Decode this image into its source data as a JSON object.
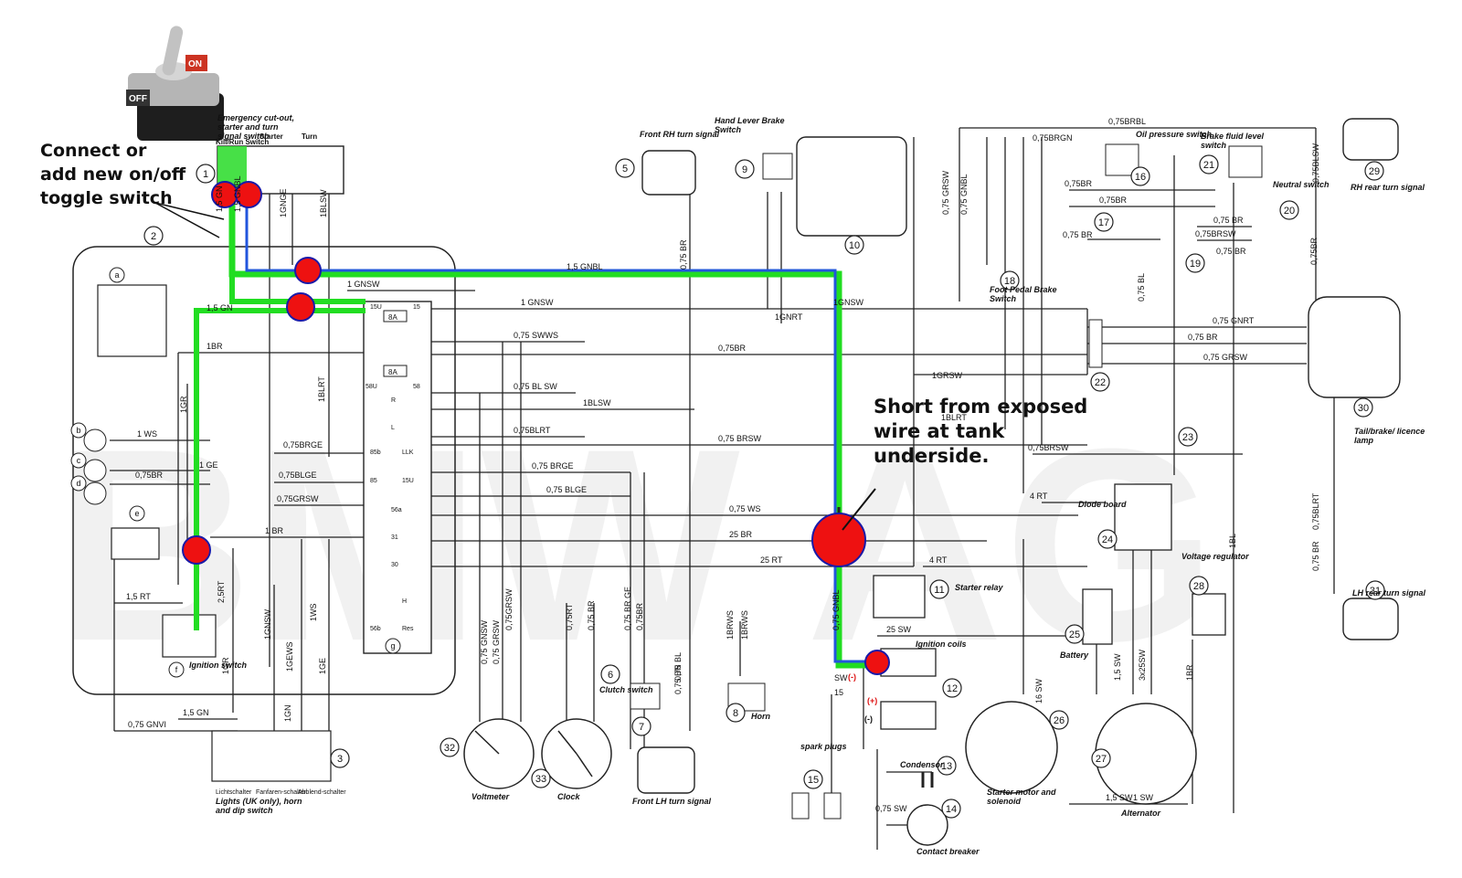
{
  "annotations": {
    "toggle": [
      "Connect or",
      "add new on/off",
      "toggle switch"
    ],
    "short": [
      "Short from exposed",
      "wire at tank",
      "underside."
    ]
  },
  "toggle_switch": {
    "on": "ON",
    "off": "OFF"
  },
  "watermark": "BMW AG",
  "components": [
    {
      "n": "1",
      "label": "Emergency cut-out, starter and turn signal switch"
    },
    {
      "n": "2",
      "label": ""
    },
    {
      "n": "3",
      "label": "Lights (UK only), horn and dip switch"
    },
    {
      "n": "5",
      "label": "Front RH turn signal"
    },
    {
      "n": "6",
      "label": "Clutch switch"
    },
    {
      "n": "7",
      "label": "Front LH turn signal"
    },
    {
      "n": "8",
      "label": "Horn"
    },
    {
      "n": "9",
      "label": "Hand Lever Brake Switch"
    },
    {
      "n": "10",
      "label": ""
    },
    {
      "n": "11",
      "label": "Starter relay"
    },
    {
      "n": "12",
      "label": "Ignition coils"
    },
    {
      "n": "13",
      "label": "Condensor"
    },
    {
      "n": "14",
      "label": "Contact breaker"
    },
    {
      "n": "15",
      "label": "spark plugs"
    },
    {
      "n": "16",
      "label": "Oil pressure switch"
    },
    {
      "n": "17",
      "label": ""
    },
    {
      "n": "18",
      "label": "Foot Pedal Brake Switch"
    },
    {
      "n": "19",
      "label": ""
    },
    {
      "n": "20",
      "label": "Neutral switch"
    },
    {
      "n": "21",
      "label": "Brake fluid level switch"
    },
    {
      "n": "22",
      "label": ""
    },
    {
      "n": "23",
      "label": ""
    },
    {
      "n": "24",
      "label": "Diode board"
    },
    {
      "n": "25",
      "label": "Battery"
    },
    {
      "n": "26",
      "label": "Starter motor and solenoid"
    },
    {
      "n": "27",
      "label": "Alternator"
    },
    {
      "n": "28",
      "label": "Voltage regulator"
    },
    {
      "n": "29",
      "label": "RH rear turn signal"
    },
    {
      "n": "30",
      "label": "Tail/brake/ licence lamp"
    },
    {
      "n": "31",
      "label": "LH rear turn signal"
    },
    {
      "n": "32",
      "label": "Voltmeter"
    },
    {
      "n": "33",
      "label": "Clock"
    }
  ],
  "subcomponents": [
    {
      "id": "a",
      "label": ""
    },
    {
      "id": "b",
      "label": ""
    },
    {
      "id": "c",
      "label": ""
    },
    {
      "id": "d",
      "label": ""
    },
    {
      "id": "e",
      "label": ""
    },
    {
      "id": "f",
      "label": "Ignition switch"
    },
    {
      "id": "g",
      "label": ""
    }
  ],
  "switch1_labels": {
    "kill": "Kill/Run Switch",
    "starter": "Starter",
    "turn": "Turn"
  },
  "switch3_labels": [
    "Lichtschalter",
    "Fanfaren-schalter",
    "Abblend-schalter"
  ],
  "wires": {
    "horizontal": [
      "1,5 GNBL",
      "1 GNSW",
      "1 GNSW",
      "1GNSW",
      "1GNRT",
      "0,75 SWWS",
      "0,75BR",
      "1BR",
      "0,75 BL SW",
      "1BLSW",
      "0,75BLRT",
      "0,75 BRSW",
      "0,75BRGE",
      "0,75BLGE",
      "0,75GRSW",
      "0,75 BRGE",
      "0,75 BLGE",
      "0,75 WS",
      "25 BR",
      "25 RT",
      "1 WS",
      "1 GE",
      "0,75BR",
      "1 BR",
      "1,5 RT",
      "1,5 GN",
      "0,75 GNVI",
      "1,5 GN",
      "1GRSW",
      "1BLRT",
      "0,75BRSW",
      "4 RT",
      "4 RT",
      "25 SW",
      "0,75 GNRT",
      "0,75 BR",
      "0,75 GRSW",
      "0,75BRBL",
      "0,75BRGN",
      "0,75BR",
      "0,75BR",
      "0,75 BR",
      "0,75 BR",
      "0,75BRSW",
      "0,75 BR",
      "1,5 SW",
      "0,75 SW",
      "1 SW",
      "SW",
      "15"
    ],
    "vertical": [
      "1,5 GN",
      "1,5 GNBL",
      "1GNGE",
      "1BLSW",
      "1BLRT",
      "1GR",
      "2,5RT",
      "1GR",
      "1BRWS",
      "1GEWS",
      "1GNSW",
      "1WS",
      "1GE",
      "0,75 GNSW",
      "0,75 GRSW",
      "0,75GRSW",
      "0,75RT",
      "0,75 BR",
      "0,75 BR GE",
      "0,75BR",
      "0,75 BR",
      "0,75 BR",
      "1BRWS",
      "0,75 GNBL",
      "16 SW",
      "1,5 SW",
      "3x25SW",
      "1BR",
      "1BL",
      "0,75 BL",
      "0,75 GRSW",
      "0,75 GNBL",
      "0,75BLSW",
      "0,75BR",
      "0,75BLRT",
      "0,75 BR",
      "1GN",
      "0,75 BL"
    ]
  },
  "fuse_labels": [
    "8A",
    "8A"
  ],
  "terminal_labels": [
    "15U",
    "15",
    "58U",
    "58",
    "R",
    "L",
    "85b",
    "LLK",
    "85",
    "15U",
    "56a",
    "31",
    "30",
    "H",
    "56b",
    "Res"
  ],
  "coil_markers": [
    "(-)",
    "(+)",
    "(-)"
  ],
  "colors": {
    "green": "#22dd22",
    "blue": "#2255dd",
    "red": "#ee1111",
    "redOutline": "#1a1aa8",
    "line": "#222222"
  }
}
